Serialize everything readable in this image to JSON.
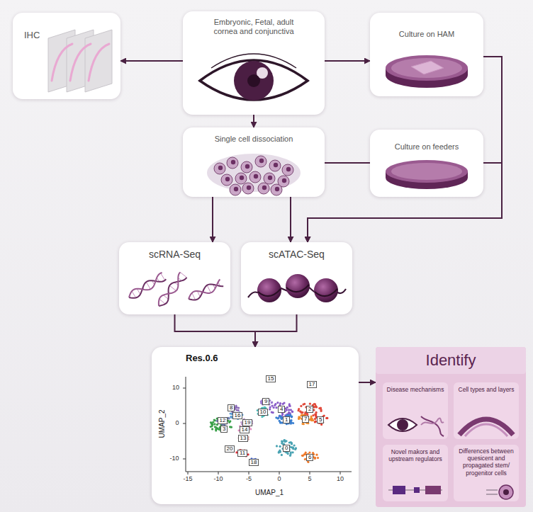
{
  "diagram": {
    "nodes": [
      {
        "text": [
          "IHC"
        ]
      },
      {
        "text": [
          "Embryonic, Fetal, adult cornea and conjunctiva"
        ]
      },
      {
        "text": [
          "Culture on HAM"
        ]
      },
      {
        "text": [
          "Single cell dissociation"
        ]
      },
      {
        "text": [
          "Culture on feeders"
        ]
      },
      {
        "text": [
          "scRNA-Seq"
        ]
      },
      {
        "text": [
          "scATAC-Seq"
        ]
      },
      {
        "text": [
          "Res.0.6"
        ]
      },
      {
        "text": [
          "Identify"
        ]
      },
      {
        "text": [
          "Disease mechanisms"
        ],
        "in": 8
      },
      {
        "text": [
          "Cell types and layers"
        ],
        "in": 8
      },
      {
        "text": [
          "Novel makors and upstream regulators"
        ],
        "in": 8
      },
      {
        "text": [
          "Differences between quesicent and propagated stem/ progenitor cells"
        ],
        "in": 8
      }
    ],
    "edges": [
      {
        "from": 1,
        "to": 0,
        "arrow": "to"
      },
      {
        "from": 1,
        "to": 2,
        "arrow": "to"
      },
      {
        "from": 1,
        "to": 3,
        "arrow": "to"
      },
      {
        "from": 3,
        "to": 4,
        "arrow": "none"
      },
      {
        "from": 3,
        "to": 5,
        "arrow": "to"
      },
      {
        "from": 3,
        "to": 6,
        "arrow": "to"
      },
      {
        "from": 2,
        "to": 6,
        "arrow": "to"
      },
      {
        "from": 4,
        "to": 6,
        "arrow": "to"
      },
      {
        "from": 5,
        "to": 7,
        "arrow": "to"
      },
      {
        "from": 6,
        "to": 7,
        "arrow": "to"
      },
      {
        "from": 7,
        "to": 8,
        "arrow": "to"
      }
    ],
    "labels": [
      "UMAP_2",
      "10",
      "0",
      "-10",
      "UMAP_1",
      "-15",
      "-10",
      "-5",
      "0",
      "5",
      "10",
      "15",
      "17",
      "8",
      "9",
      "16",
      "4",
      "2",
      "10",
      "12",
      "19",
      "1",
      "7",
      "5",
      "3",
      "14",
      "13",
      "0",
      "20",
      "11",
      "6",
      "18"
    ]
  }
}
